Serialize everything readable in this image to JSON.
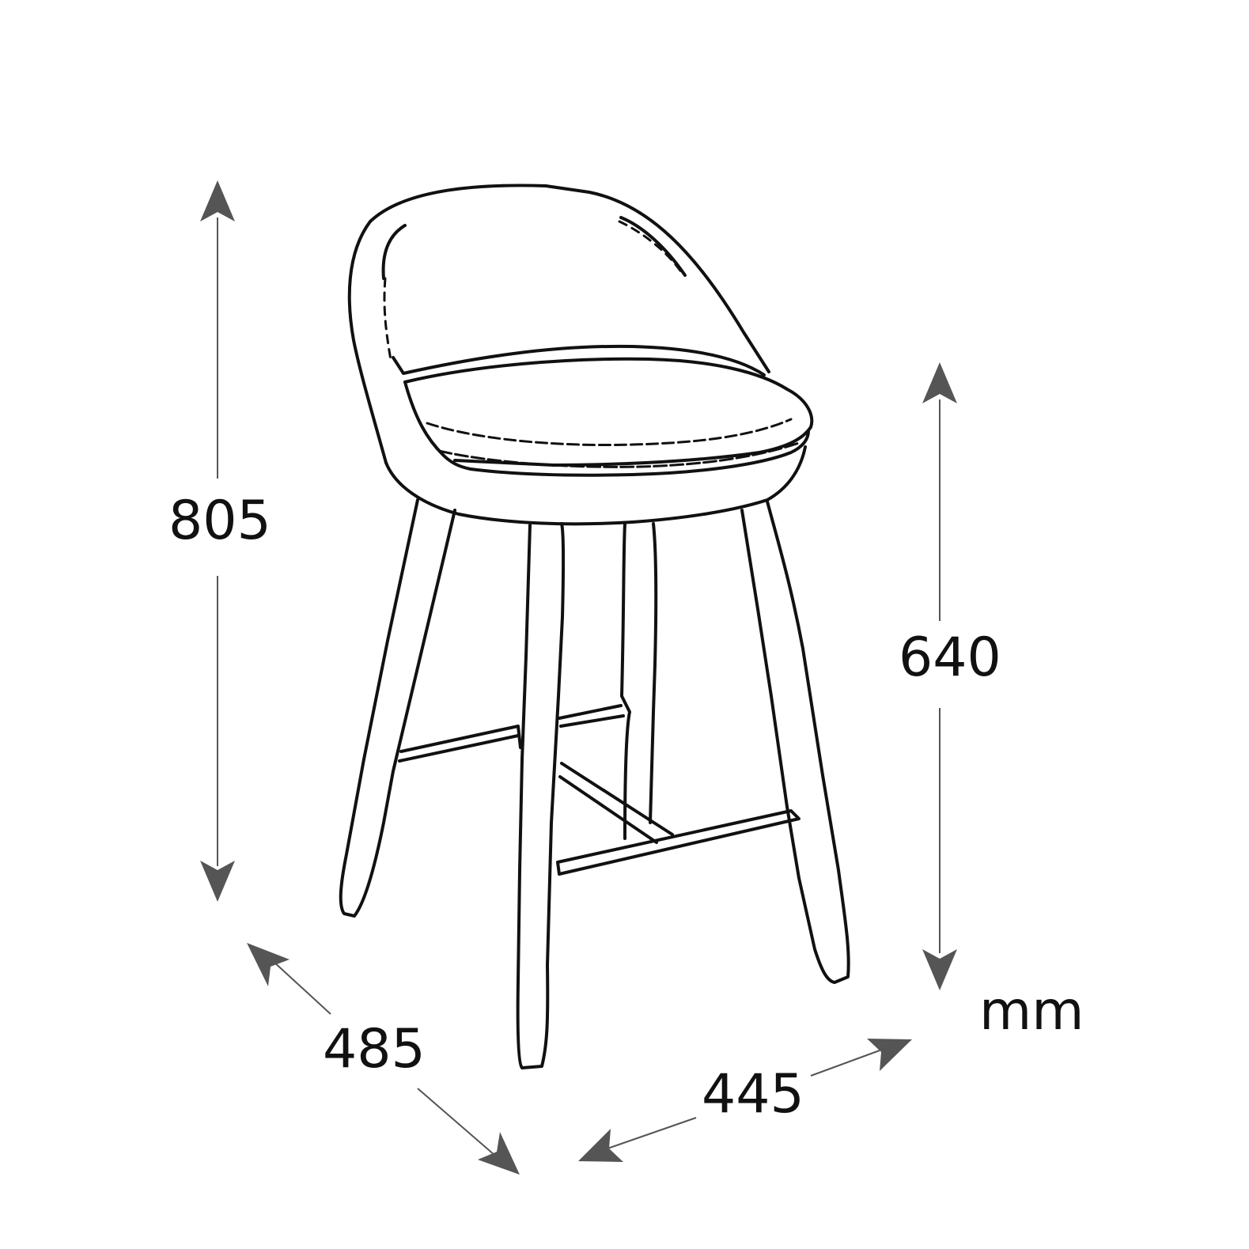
{
  "dimensions": {
    "total_height": "805",
    "seat_height": "640",
    "depth": "485",
    "width": "445",
    "unit": "mm"
  },
  "colors": {
    "outline": "#111111",
    "arrow": "#555555",
    "background": "#ffffff"
  }
}
